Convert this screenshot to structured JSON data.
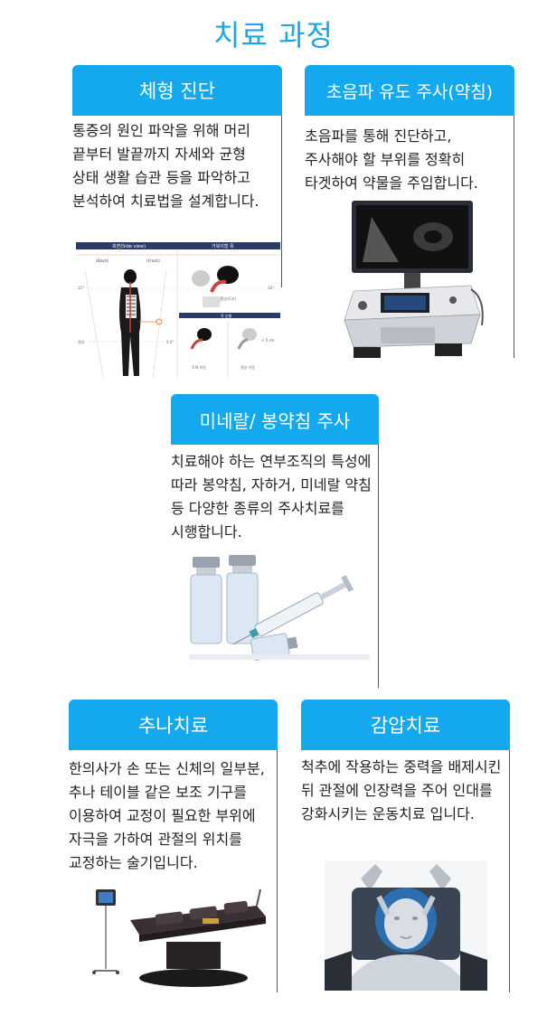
{
  "page": {
    "title": "치료 과정"
  },
  "cards": [
    {
      "title": "체형 진단",
      "text": "통증의 원인 파악을 위해 머리 끝부터 발끝까지 자세와 균형 상태 생활 습관 등을 파악하고 분석하여 치료법을 설계합니다.",
      "image_labels": {
        "col_left": "측면(Side view)",
        "col_right": "거북이형 목",
        "back": "(Back)",
        "front": "(Front)",
        "angle_left": "15°",
        "angle_right": "30°",
        "normal": "정상(C자)",
        "neck": "목 순발",
        "label_a": "후체 이동",
        "label_b": "정상 이동",
        "dist": "< 5 cm",
        "side_a": "정상",
        "side_b": "3.2°"
      }
    },
    {
      "title": "초음파 유도 주사(약침)",
      "text": "초음파를 통해 진단하고, 주사해야 할 부위를 정확히 타겟하여 약물을 주입합니다."
    },
    {
      "title": "미네랄/ 봉약침 주사",
      "text": "치료해야 하는 연부조직의 특성에 따라 봉약침, 자하거, 미네랄 약침 등 다양한 종류의 주사치료를 시행합니다."
    },
    {
      "title": "추나치료",
      "text": "한의사가 손 또는 신체의 일부분, 추나 테이블 같은 보조 기구를 이용하여 교정이 필요한 부위에 자극을 가하여 관절의 위치를 교정하는 술기입니다."
    },
    {
      "title": "감압치료",
      "text": "척추에 작용하는 중력을 배제시킨 뒤 관절에 인장력을 주어 인대를 강화시키는 운동치료 입니다."
    }
  ],
  "colors": {
    "accent": "#14a9ef",
    "title": "#1aa6e8"
  }
}
